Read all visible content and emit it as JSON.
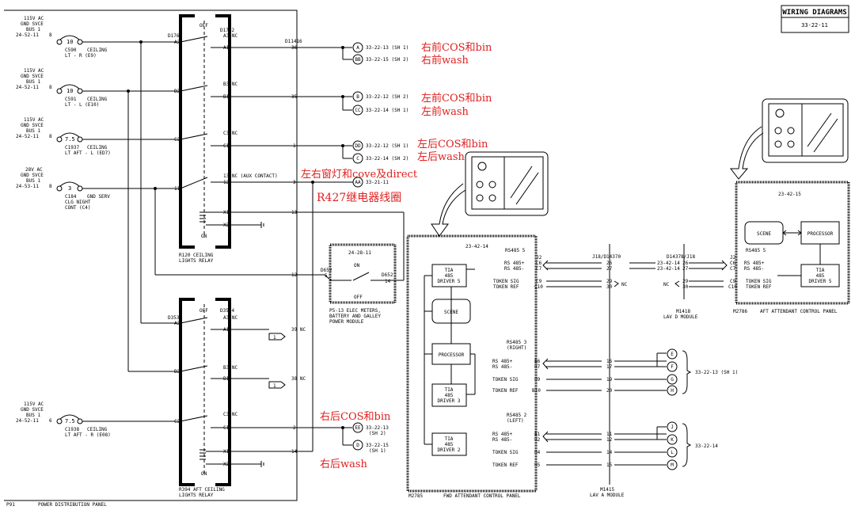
{
  "header": {
    "title": "WIRING DIAGRAMS",
    "code": "33-22-11"
  },
  "breakers": [
    {
      "supply": [
        "115V AC",
        "GND SVCE",
        "BUS 1",
        "24-52-11"
      ],
      "pin": "8",
      "amps": "10",
      "id": "C590",
      "name": [
        "CEILING",
        "LT - R (E9)"
      ]
    },
    {
      "supply": [
        "115V AC",
        "GND SVCE",
        "BUS 1",
        "24-52-11"
      ],
      "pin": "8",
      "amps": "10",
      "id": "C591",
      "name": [
        "CEILING",
        "LT - L (E10)"
      ]
    },
    {
      "supply": [
        "115V AC",
        "GND SVCE",
        "BUS 1",
        "24-52-11"
      ],
      "pin": "8",
      "amps": "7.5",
      "id": "C1937",
      "name": [
        "CEILING",
        "LT AFT - L (ED7)"
      ]
    },
    {
      "supply": [
        "28V AC",
        "GND SVCE",
        "BUS 1",
        "24-53-11"
      ],
      "pin": "8",
      "amps": "3",
      "id": "C184",
      "name": [
        "GND SERV",
        "CLG NIGHT",
        "CONT (C4)"
      ]
    },
    {
      "supply": [
        "115V AC",
        "GND SVCE",
        "BUS 1",
        "24-52-11"
      ],
      "pin": "6",
      "amps": "7.5",
      "id": "C1938",
      "name": [
        "CEILING",
        "LT AFT - R (E08)"
      ]
    }
  ],
  "relay1": {
    "name": [
      "R120  CEILING",
      "LIGHTS RELAY"
    ],
    "off": "OFF",
    "on": "ON",
    "conn_left": "D1762",
    "conn_top": "D1762",
    "pins": [
      "A3 NC",
      "A2",
      "A1",
      "B3 NC",
      "B2",
      "B1",
      "C3 NC",
      "C2",
      "C1",
      "13  NC (AUX CONTACT)",
      "11",
      "12",
      "X1",
      "X2"
    ]
  },
  "relay2": {
    "name": [
      "R394  AFT CEILING",
      "LIGHTS RELAY"
    ],
    "off": "OFF",
    "on": "ON",
    "conn_left": "D3534",
    "conn_top": "D3534",
    "pins": [
      "A3 NC",
      "A2",
      "A1",
      "B3 NC",
      "B2",
      "B1",
      "C3 NC",
      "C2",
      "C1",
      "X1",
      "X2"
    ]
  },
  "wires": {
    "conn": "D11416",
    "w1": "36",
    "w2": "35",
    "w3": "1",
    "w4": "3",
    "w5": "13",
    "w6": "12",
    "w7": "39 NC",
    "w8": "38 NC",
    "w9": "2",
    "w10": "14"
  },
  "refs": [
    {
      "tag": "A",
      "text": "33-22-13 (SH 1)"
    },
    {
      "tag": "BB",
      "text": "33-22-15 (SH 2)"
    },
    {
      "tag": "B",
      "text": "33-22-12 (SH 2)"
    },
    {
      "tag": "CC",
      "text": "33-22-14 (SH 1)"
    },
    {
      "tag": "DD",
      "text": "33-22-12 (SH 1)"
    },
    {
      "tag": "C",
      "text": "33-22-14 (SH 2)"
    },
    {
      "tag": "AA",
      "text": "33-21-11"
    },
    {
      "tag": "EE",
      "text": "33-22-13"
    },
    {
      "tag": "D",
      "text": "33-22-15"
    }
  ],
  "refs_sub": {
    "ee": "(SH 2)",
    "d": "(SH 1)"
  },
  "notes": {
    "n1": "右前COS和bin",
    "n2": "右前wash",
    "n3": "左前COS和bin",
    "n4": "左前wash",
    "n5": "左后COS和bin",
    "n6": "左后wash",
    "n7": "左右窗灯和cove及direct",
    "n8": "R427继电器线圈",
    "n9": "右后COS和bin",
    "n10": "右后wash"
  },
  "power_module": {
    "code": "24-28-11",
    "on": "ON",
    "off": "OFF",
    "conn_l": "D652",
    "pin_l": "5",
    "conn_r": "D652",
    "pin_r": "14",
    "name": [
      "P5-13  ELEC METERS,",
      "BATTERY AND GALLEY",
      "POWER MODULE"
    ]
  },
  "fwd_panel": {
    "code": "23-42-14",
    "id": "M2785",
    "name": "FWD ATTENDANT CONTROL PANEL",
    "rs485_5": "RS485 5",
    "rs485_3": [
      "RS485 3",
      "(RIGHT)"
    ],
    "rs485_2": [
      "RS485 2",
      "(LEFT)"
    ],
    "driver5": [
      "TIA",
      "485",
      "DRIVER 5"
    ],
    "driver3": [
      "TIA",
      "485",
      "DRIVER 3"
    ],
    "driver2": [
      "TIA",
      "485",
      "DRIVER 2"
    ],
    "scene": "SCENE",
    "processor": "PROCESSOR",
    "j2": "J2",
    "c6": "C6",
    "c7": "C7",
    "c9": "C9",
    "c10": "C10",
    "rs_pos": "RS 485+",
    "rs_neg": "RS 485-",
    "tok_sig": "TOKEN SIG",
    "tok_ref": "TOKEN REF",
    "b6": "B6",
    "b7": "B7",
    "b9": "B9",
    "b10": "B10",
    "b1": "B1",
    "b2": "B2",
    "b4": "B4",
    "b5": "B5"
  },
  "lav_a": {
    "conn": "J18/D14370",
    "id": "M1415",
    "name": "LAV A MODULE",
    "w": [
      "26",
      "27",
      "29",
      "30",
      "16",
      "17",
      "19",
      "20",
      "11",
      "12",
      "14",
      "15"
    ],
    "nc": "NC"
  },
  "lav_d": {
    "conn": "D14378/J18",
    "id": "M1418",
    "name": "LAV D MODULE",
    "ref1": "23-42-14",
    "ref2": "23-42-14",
    "w": [
      "26",
      "27",
      "29",
      "30"
    ],
    "nc": "NC"
  },
  "aft_panel": {
    "code": "23-42-15",
    "id": "M2786",
    "name": "AFT ATTENDANT CONTROL PANEL",
    "rs485_5": "RS485 5",
    "scene": "SCENE",
    "processor": "PROCESSOR",
    "driver5": [
      "TIA",
      "485",
      "DRIVER 5"
    ],
    "j2": "J2",
    "c6": "C6",
    "c7": "C7",
    "c9": "C9",
    "c10": "C10",
    "rs_pos": "RS 485+",
    "rs_neg": "RS 485-",
    "tok_sig": "TOKEN SIG",
    "tok_ref": "TOKEN REF"
  },
  "bus_right": {
    "group1": "33-22-13 (SH 1)",
    "group2": "33-22-14",
    "tags1": [
      "E",
      "F",
      "G",
      "H"
    ],
    "tags2": [
      "J",
      "K",
      "L",
      "M"
    ]
  },
  "flag": "1",
  "footer": {
    "id": "P91",
    "name": "POWER DISTRIBUTION PANEL"
  }
}
